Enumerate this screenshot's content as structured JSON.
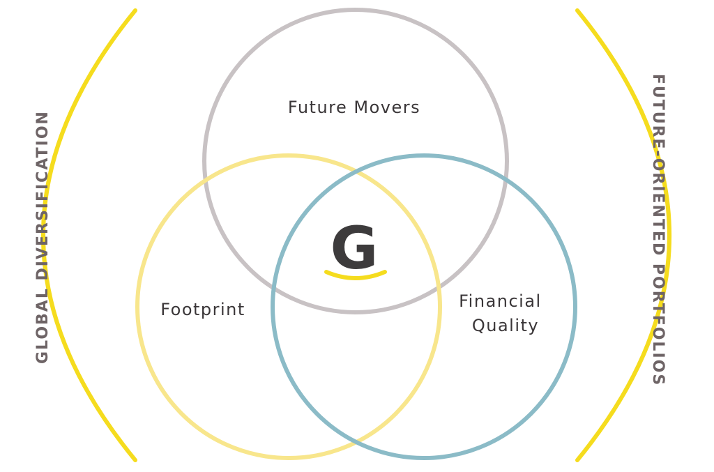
{
  "colors": {
    "accent_yellow": "#f5dc1e",
    "circle_gray": "#c8c2c4",
    "circle_yellow": "#f8e68c",
    "circle_blue": "#8bbbc7",
    "text_dark": "#3a3638",
    "side_text": "#6e6466",
    "logo_dark": "#3d3b3c"
  },
  "diagram": {
    "circles": [
      {
        "id": "future-movers",
        "label_lines": [
          "Future Movers"
        ],
        "color": "#c8c2c4"
      },
      {
        "id": "footprint",
        "label_lines": [
          "Footprint"
        ],
        "color": "#f8e68c"
      },
      {
        "id": "financial-quality",
        "label_lines": [
          "Financial",
          "Quality"
        ],
        "color": "#8bbbc7"
      }
    ],
    "left_label": "GLOBAL DIVERSIFICATION",
    "right_label": "FUTURE-ORIENTED PORTFOLIOS",
    "logo": {
      "letter": "G"
    }
  }
}
